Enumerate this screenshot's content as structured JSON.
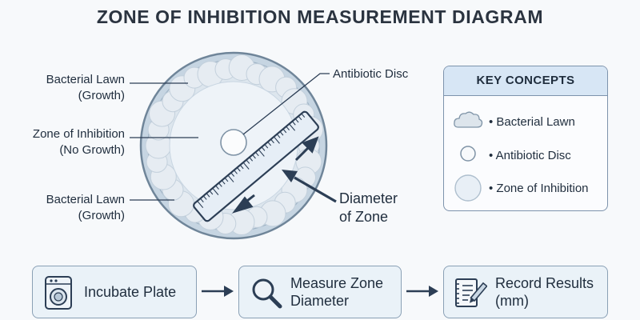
{
  "title": "ZONE OF INHIBITION MEASUREMENT DIAGRAM",
  "labels": {
    "lawn_top": [
      "Bacterial Lawn",
      "(Growth)"
    ],
    "zone": [
      "Zone of Inhibition",
      "(No Growth)"
    ],
    "lawn_bottom": [
      "Bacterial Lawn",
      "(Growth)"
    ],
    "disc": "Antibiotic Disc",
    "diameter": [
      "Diameter",
      "of Zone"
    ]
  },
  "key": {
    "header": "KEY CONCEPTS",
    "items": [
      {
        "icon": "cloud-icon",
        "label": "• Bacterial Lawn"
      },
      {
        "icon": "disc-icon",
        "label": "• Antibiotic Disc"
      },
      {
        "icon": "zone-circle-icon",
        "label": "• Zone of Inhibition"
      }
    ]
  },
  "steps": [
    {
      "icon": "incubator-icon",
      "lines": [
        "Incubate Plate"
      ]
    },
    {
      "icon": "magnifier-icon",
      "lines": [
        "Measure Zone",
        "Diameter"
      ]
    },
    {
      "icon": "notepad-icon",
      "lines": [
        "Record Results",
        "(mm)"
      ]
    }
  ],
  "colors": {
    "plate_rim": "#b8cad9",
    "lawn": "#d9e1e8",
    "zone": "#eaf1f7",
    "accent_dark": "#2c3e55",
    "step_fill": "#eaf2f8"
  }
}
